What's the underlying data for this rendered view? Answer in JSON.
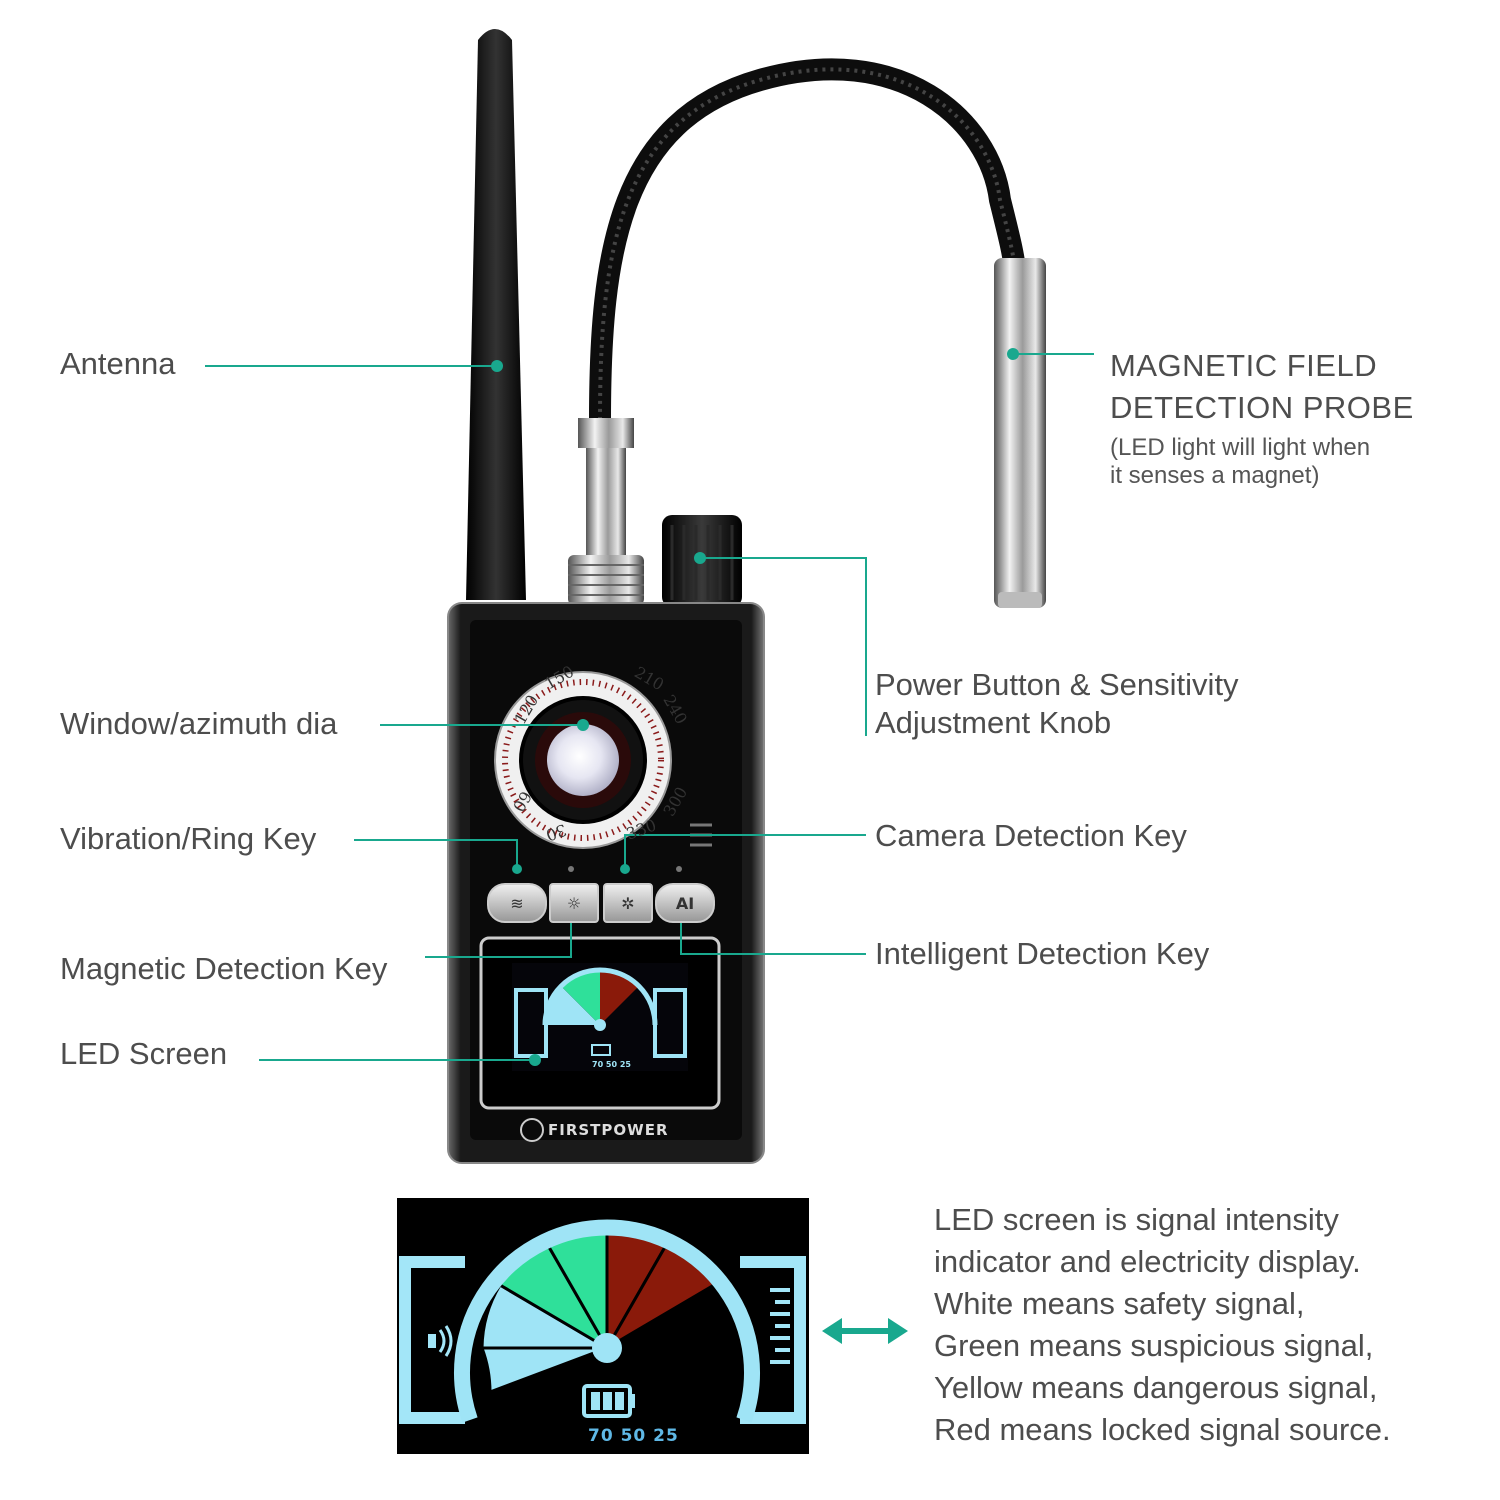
{
  "colors": {
    "accent": "#19a88e",
    "device": "#111111",
    "green": "#2fe09a",
    "red": "#8a1a0a",
    "blue": "#9fe4f6"
  },
  "labels": {
    "antenna": "Antenna",
    "probe_line1": "MAGNETIC FIELD",
    "probe_line2": "DETECTION PROBE",
    "probe_note1": "(LED light will light when",
    "probe_note2": "it senses a magnet)",
    "power_line1": "Power Button & Sensitivity",
    "power_line2": "Adjustment Knob",
    "window": "Window/azimuth dia",
    "vibration": "Vibration/Ring Key",
    "camera": "Camera Detection Key",
    "magnetic": "Magnetic Detection Key",
    "intelligent": "Intelligent Detection Key",
    "led_screen": "LED Screen"
  },
  "device": {
    "brand": "FIRSTPOWER",
    "dial_numbers": [
      "30",
      "60",
      "120",
      "150",
      "210",
      "240",
      "300",
      "330"
    ],
    "keys": [
      {
        "name": "vibration-key",
        "symbol": "≋"
      },
      {
        "name": "magnetic-key",
        "symbol": "☼"
      },
      {
        "name": "camera-key",
        "symbol": "✲"
      },
      {
        "name": "ai-key",
        "symbol": "AI"
      }
    ]
  },
  "screen": {
    "battery_numbers": "70 50 25"
  },
  "description": [
    "LED screen is signal intensity",
    "indicator and electricity display.",
    "White means safety signal,",
    "Green means suspicious signal,",
    "Yellow means dangerous signal,",
    "Red means locked signal source."
  ],
  "icons": [
    "double-arrow-icon",
    "speaker-icon",
    "battery-icon"
  ]
}
